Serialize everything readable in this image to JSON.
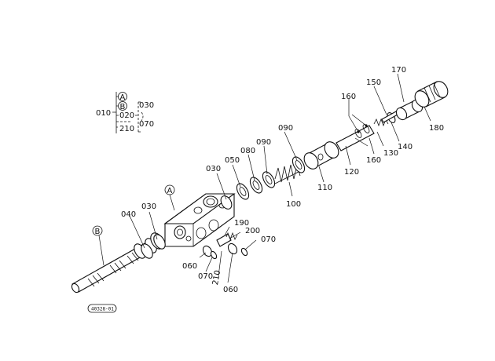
{
  "legend": {
    "circle_a": "A",
    "circle_b": "B",
    "group_code": "010",
    "sub_code": "020",
    "range_start": "030",
    "range_end": "070",
    "extra_code": "210"
  },
  "callouts": {
    "marker_a": "A",
    "marker_b": "B",
    "label_030_block": "030",
    "label_050": "050",
    "label_080": "080",
    "label_090_upper": "090",
    "label_090_lower": "090",
    "label_100": "100",
    "label_110": "110",
    "label_120": "120",
    "label_130": "130",
    "label_140": "140",
    "label_150": "150",
    "label_160_top": "160",
    "label_160_bottom": "160",
    "label_170": "170",
    "label_180": "180",
    "label_190": "190",
    "label_200": "200",
    "label_070_right": "070",
    "label_070_bottom": "070",
    "label_060_left": "060",
    "label_060_bottom": "060",
    "label_210": "210",
    "label_040": "040",
    "label_030_spool": "030"
  },
  "diagram_code": "40328-01"
}
